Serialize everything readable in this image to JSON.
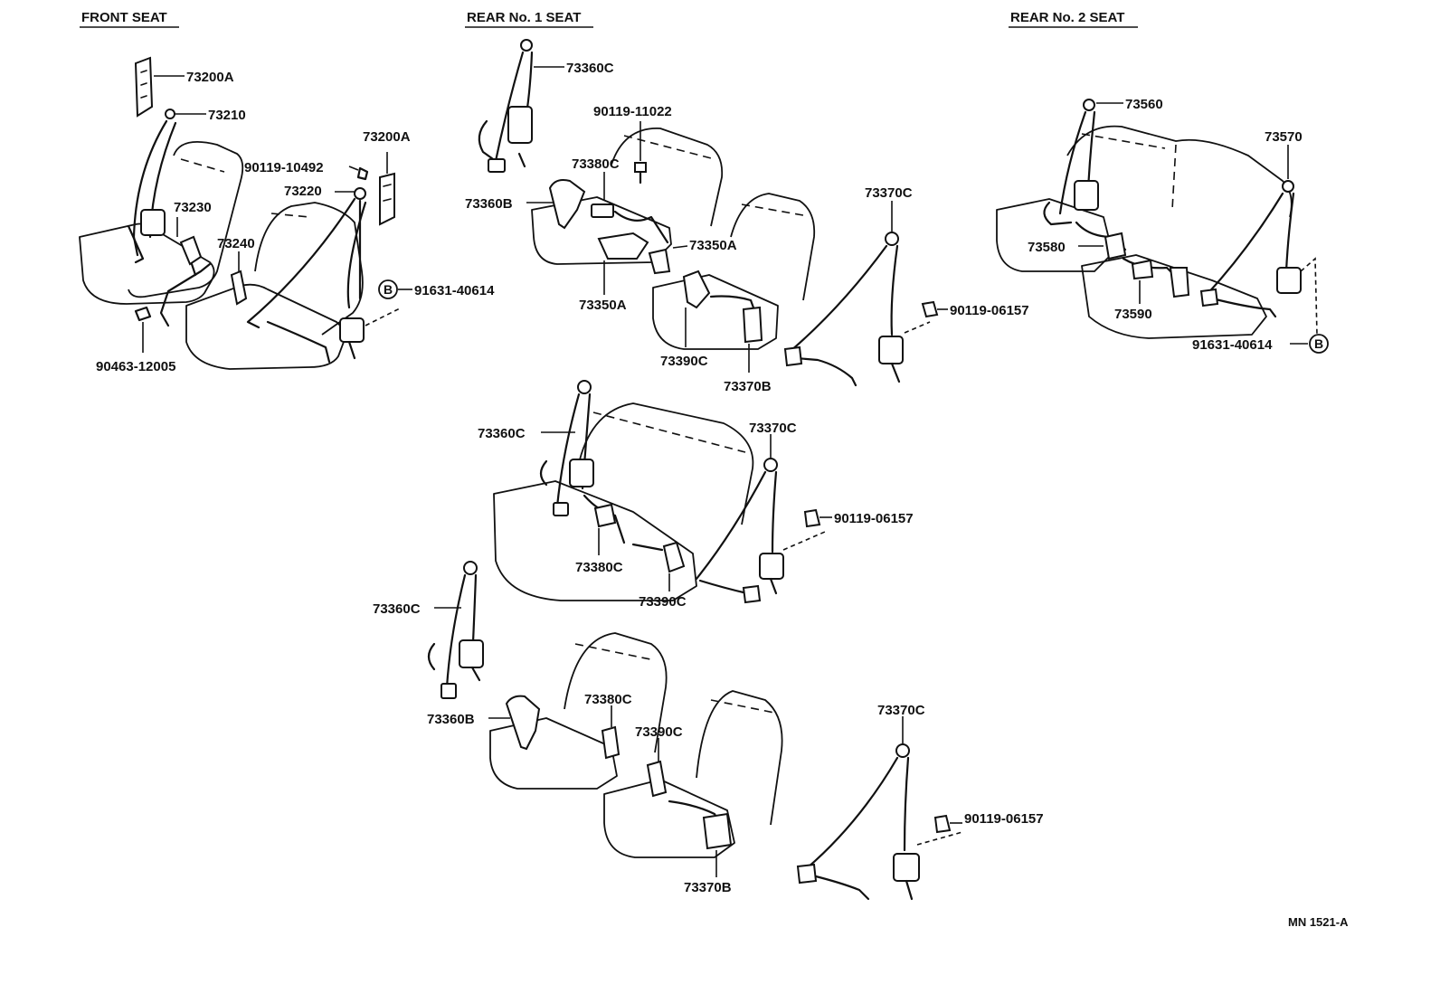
{
  "headings": {
    "front": "FRONT SEAT",
    "rear1": "REAR No. 1 SEAT",
    "rear2": "REAR No. 2 SEAT"
  },
  "marker": "B",
  "code": "MN 1521-A",
  "labels": {
    "f_73200a_top": "73200A",
    "f_73210": "73210",
    "f_73200a_right": "73200A",
    "f_90119_10492": "90119-10492",
    "f_73220": "73220",
    "f_73230": "73230",
    "f_73240": "73240",
    "f_91631_40614": "91631-40614",
    "f_90463_12005": "90463-12005",
    "r1_73360c": "73360C",
    "r1_90119_11022": "90119-11022",
    "r1_73380c": "73380C",
    "r1_73360b": "73360B",
    "r1_73350a_right": "73350A",
    "r1_73350a_bottom": "73350A",
    "r1_73390c": "73390C",
    "r1_73370b": "73370B",
    "r1_73370c": "73370C",
    "r1_90119_06157": "90119-06157",
    "r2_73560": "73560",
    "r2_73570": "73570",
    "r2_73580": "73580",
    "r2_73590": "73590",
    "r2_91631_40614": "91631-40614",
    "m_73360c": "73360C",
    "m_73370c": "73370C",
    "m_90119_06157": "90119-06157",
    "m_73380c": "73380C",
    "m_73390c": "73390C",
    "b_73360c": "73360C",
    "b_73360b": "73360B",
    "b_73380c": "73380C",
    "b_73390c": "73390C",
    "b_73370b": "73370B",
    "b_73370c": "73370C",
    "b_90119_06157": "90119-06157"
  }
}
